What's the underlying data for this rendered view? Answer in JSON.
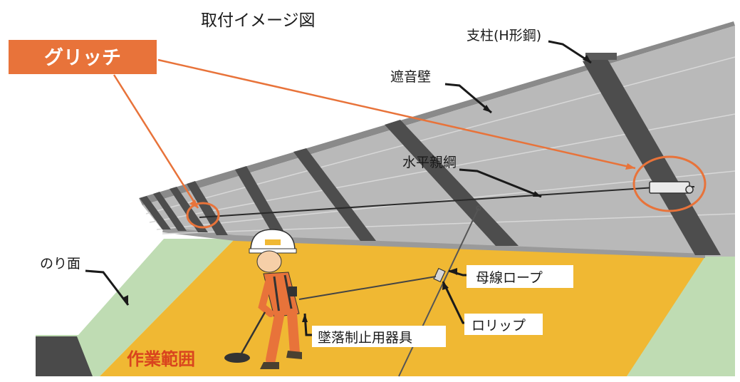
{
  "title": "取付イメージ図",
  "labels": {
    "grip": "グリッチ",
    "pillar": "支柱(H形鋼)",
    "sound_wall": "遮音壁",
    "horizontal_line": "水平親綱",
    "slope": "のり面",
    "mother_rope": "母線ロープ",
    "rollip": "ロリップ",
    "fall_arrest": "墜落制止用器具",
    "work_area": "作業範囲"
  },
  "colors": {
    "accent_orange": "#e8733a",
    "wall_gray": "#b9b9b9",
    "work_yellow": "#f0b833",
    "slope_green": "#bfdcb3",
    "label_bg": "#e8733a"
  }
}
